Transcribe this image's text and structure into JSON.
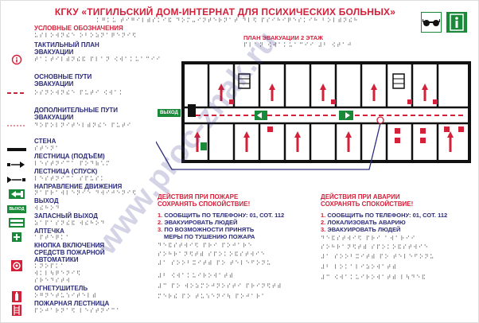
{
  "title": "КГКУ «ТИГИЛЬСКИЙ ДОМ-ИНТЕРНАТ ДЛЯ ПСИХИЧЕСКИХ БОЛЬНЫХ»",
  "title_braille": "⠅⠛⠅⠥ ⠞⠊⠛⠊⠇⠾⠎⠅⠊⠯ ⠙⠕⠍⠤⠊⠝⠞⠑⠗⠝⠁⠞ ⠙⠇⠫ ⠏⠎⠊⠓⠊⠟⠑⠎⠅⠊⠓ ⠃⠕⠇⠾⠝⠮⠓",
  "legend": {
    "heading": "УСЛОВНЫЕ ОБОЗНАЧЕНИЯ",
    "heading_braille": "⠥⠎⠇⠕⠺⠝⠮⠑ ⠕⠃⠕⠵⠝⠁⠟⠑⠝⠊⠫",
    "items": [
      {
        "label": "ТАКТИЛЬНЫЙ ПЛАН ЭВАКУАЦИИ",
        "braille": "⠞⠁⠅⠞⠊⠇⠾⠝⠮⠯ ⠏⠇⠁⠝ ⠪⠺⠁⠅⠥⠁⠉⠊⠊"
      },
      {
        "label": "ОСНОВНЫЕ ПУТИ ЭВАКУАЦИИ",
        "braille": "⠕⠎⠝⠕⠺⠝⠮⠑ ⠏⠥⠞⠊ ⠪⠺⠁⠅"
      },
      {
        "label": "ДОПОЛНИТЕЛЬНЫЕ ПУТИ ЭВАКУАЦИИ",
        "braille": "⠙⠕⠏⠕⠇⠝⠊⠞⠑⠇⠾⠝⠮⠑ ⠏⠥⠞⠊"
      },
      {
        "label": "СТЕНА",
        "braille": "⠎⠞⠑⠝⠁"
      },
      {
        "label": "ЛЕСТНИЦА (ПОДЪЁМ)",
        "braille": "⠇⠑⠎⠞⠝⠊⠉⠁ ⠏⠕⠙⠷⠡⠍"
      },
      {
        "label": "ЛЕСТНИЦА (СПУСК)",
        "braille": "⠇⠑⠎⠞⠝⠊⠉⠁ ⠎⠏⠥⠎⠅"
      },
      {
        "label": "НАПРАВЛЕНИЕ ДВИЖЕНИЯ",
        "braille": "⠝⠁⠏⠗⠁⠺⠇⠑⠝⠊⠑ ⠙⠺⠊⠚⠑⠝⠊⠫"
      },
      {
        "label": "ВЫХОД",
        "braille": "⠺⠮⠓⠕⠙"
      },
      {
        "label": "ЗАПАСНЫЙ ВЫХОД",
        "braille": "⠵⠁⠏⠁⠎⠝⠮⠯ ⠺⠮⠓⠕⠙"
      },
      {
        "label": "АПТЕЧКА",
        "braille": "⠁⠏⠞⠑⠟⠅⠁"
      },
      {
        "label": "КНОПКА ВКЛЮЧЕНИЯ СРЕДСТВ ПОЖАРНОЙ АВТОМАТИКИ",
        "braille": "⠅⠝⠕⠏⠅⠁ ⠺⠅⠇⠳⠟⠑⠝⠊⠫ ⠎⠗⠑⠙⠎⠞⠺"
      },
      {
        "label": "ОГНЕТУШИТЕЛЬ",
        "braille": "⠕⠛⠝⠑⠞⠥⠱⠊⠞⠑⠇⠾"
      },
      {
        "label": "ПОЖАРНАЯ ЛЕСТНИЦА",
        "braille": "⠏⠕⠚⠁⠗⠝⠁⠫ ⠇⠑⠎⠞⠝⠊⠉⠁"
      }
    ]
  },
  "plan": {
    "title": "ПЛАН ЭВАКУАЦИИ 2 ЭТАЖ",
    "title_braille": "⠏⠇⠁⠝ ⠪⠺⠁⠅⠥⠁⠉⠊⠊ ⠼⠃ ⠪⠞⠁⠚",
    "exit_label": "ВЫХОД"
  },
  "fire": {
    "heading": "ДЕЙСТВИЯ ПРИ ПОЖАРЕ",
    "subheading": "СОХРАНЯТЬ СПОКОЙСТВИЕ!",
    "steps": [
      {
        "num": "1.",
        "text": "СООБЩИТЬ ПО ТЕЛЕФОНУ: 01, СОТ. 112"
      },
      {
        "num": "2.",
        "text": "ЭВАКУИРОВАТЬ ЛЮДЕЙ"
      },
      {
        "num": "3.",
        "text": "ПО ВОЗМОЖНОСТИ ПРИНЯТЬ"
      },
      {
        "num": "",
        "text": "МЕРЫ ПО ТУШЕНИЮ ПОЖАРА"
      }
    ],
    "braille_lines": [
      "⠙⠑⠯⠎⠞⠺⠊⠫ ⠏⠗⠊ ⠏⠕⠚⠁⠗⠑",
      "⠎⠕⠓⠗⠁⠝⠫⠞⠾ ⠎⠏⠕⠅⠕⠯⠎⠞⠺⠊⠑",
      "⠼⠁ ⠎⠕⠕⠃⠭⠊⠞⠾ ⠏⠕ ⠞⠑⠇⠑⠋⠕⠝⠥",
      "⠼⠃ ⠪⠺⠁⠅⠥⠊⠗⠕⠺⠁⠞⠾",
      "⠼⠉ ⠏⠕ ⠺⠕⠵⠍⠕⠚⠝⠕⠎⠞⠊ ⠏⠗⠊⠝⠫⠞⠾",
      "⠍⠑⠗⠮ ⠏⠕ ⠞⠥⠱⠑⠝⠊⠳ ⠏⠕⠚⠁⠗⠁"
    ]
  },
  "accident": {
    "heading": "ДЕЙСТВИЯ ПРИ АВАРИИ",
    "subheading": "СОХРАНЯТЬ СПОКОЙСТВИЕ!",
    "steps": [
      {
        "num": "1.",
        "text": "СООБЩИТЬ ПО ТЕЛЕФОНУ: 01, СОТ. 112"
      },
      {
        "num": "2.",
        "text": "ЛОКАЛИЗОВАТЬ АВАРИЮ"
      },
      {
        "num": "3.",
        "text": "ЭВАКУИРОВАТЬ ЛЮДЕЙ"
      }
    ],
    "braille_lines": [
      "⠙⠑⠯⠎⠞⠺⠊⠫ ⠏⠗⠊ ⠁⠺⠁⠗⠊⠊",
      "⠎⠕⠓⠗⠁⠝⠫⠞⠾ ⠎⠏⠕⠅⠕⠯⠎⠞⠺⠊⠑",
      "⠼⠁ ⠎⠕⠕⠃⠭⠊⠞⠾ ⠏⠕ ⠞⠑⠇⠑⠋⠕⠝⠥",
      "⠼⠃ ⠇⠕⠅⠁⠇⠊⠵⠕⠺⠁⠞⠾",
      "⠼⠉ ⠪⠺⠁⠅⠥⠊⠗⠕⠺⠁⠞⠾ ⠇⠳⠙⠑⠯"
    ]
  },
  "watermark": "www.proc-znak.ru",
  "colors": {
    "red": "#d4213a",
    "navy": "#2b2b7a",
    "green": "#1a8a3a",
    "wall": "#111111"
  }
}
